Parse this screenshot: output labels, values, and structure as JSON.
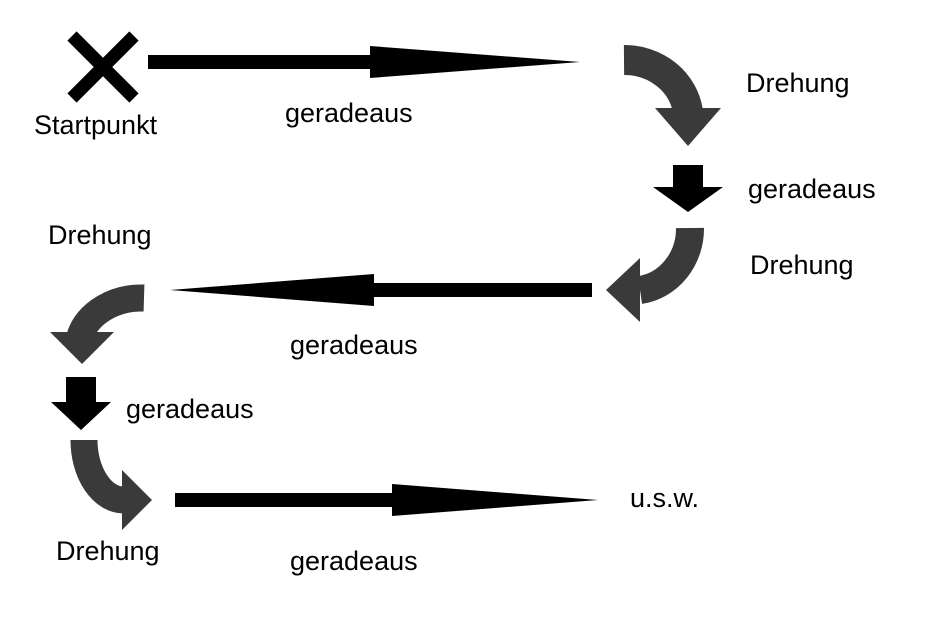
{
  "colors": {
    "straight_arrow": "#000000",
    "turn_arrow": "#3a3a3a",
    "start_marker": "#000000",
    "background": "#ffffff"
  },
  "start": {
    "icon": "x-mark-icon",
    "label": "Startpunkt"
  },
  "steps": [
    {
      "kind": "straight",
      "direction": "right",
      "label": "geradeaus"
    },
    {
      "kind": "turn",
      "direction": "clockwise",
      "label": "Drehung"
    },
    {
      "kind": "straight",
      "direction": "down",
      "label": "geradeaus"
    },
    {
      "kind": "turn",
      "direction": "clockwise",
      "label": "Drehung"
    },
    {
      "kind": "straight",
      "direction": "left",
      "label": "geradeaus"
    },
    {
      "kind": "turn",
      "direction": "counter-clockwise",
      "label": "Drehung"
    },
    {
      "kind": "straight",
      "direction": "down",
      "label": "geradeaus"
    },
    {
      "kind": "turn",
      "direction": "counter-clockwise",
      "label": "Drehung"
    },
    {
      "kind": "straight",
      "direction": "right",
      "label": "geradeaus"
    }
  ],
  "end": {
    "label": "u.s.w."
  }
}
